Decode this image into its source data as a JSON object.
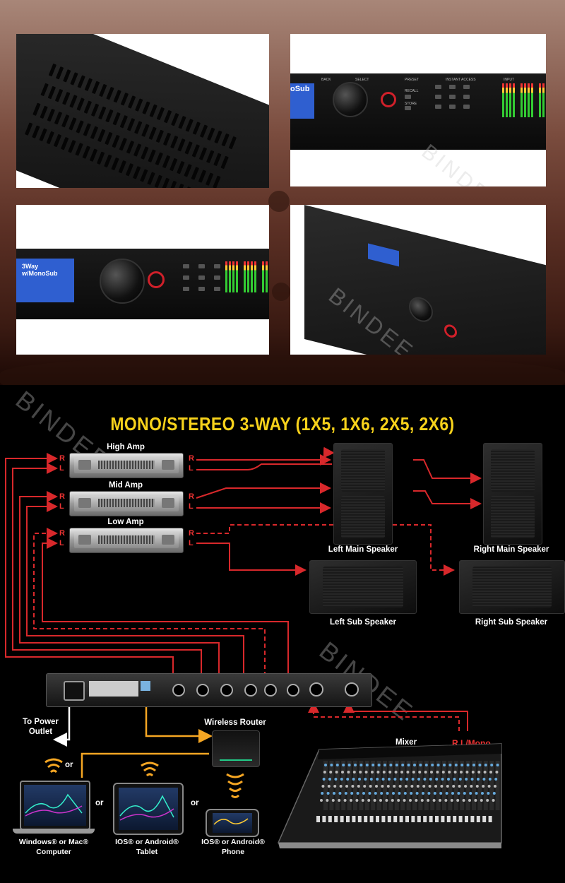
{
  "photos": {
    "lcd_label": "3Way w/MonoSub",
    "lcd_label_short": "oSub",
    "watermark": "BINDEE",
    "panel_labels": [
      "BACK",
      "SELECT",
      "PRESET",
      "RECALL",
      "STORE",
      "INSTANT ACCESS",
      "INPUT"
    ]
  },
  "diagram": {
    "title": "MONO/STEREO 3-WAY (1X5, 1X6, 2X5, 2X6)",
    "amps": [
      {
        "label": "High Amp"
      },
      {
        "label": "Mid Amp"
      },
      {
        "label": "Low Amp"
      }
    ],
    "channel_r": "R",
    "channel_l": "L",
    "speakers": {
      "left_main": "Left Main Speaker",
      "right_main": "Right Main Speaker",
      "left_sub": "Left Sub Speaker",
      "right_sub": "Right Sub Speaker"
    },
    "power": "To Power\nOutlet",
    "router": "Wireless Router",
    "mixer": "Mixer",
    "mixer_out": "R L/Mono",
    "or": "or",
    "devices": {
      "computer": "Windows® or Mac®\nComputer",
      "tablet": "IOS® or Android®\nTablet",
      "phone": "IOS® or Android®\nPhone"
    },
    "watermark": "BINDEE",
    "colors": {
      "title": "#f7d21b",
      "signal": "#d8282b",
      "network": "#f5a623"
    }
  }
}
